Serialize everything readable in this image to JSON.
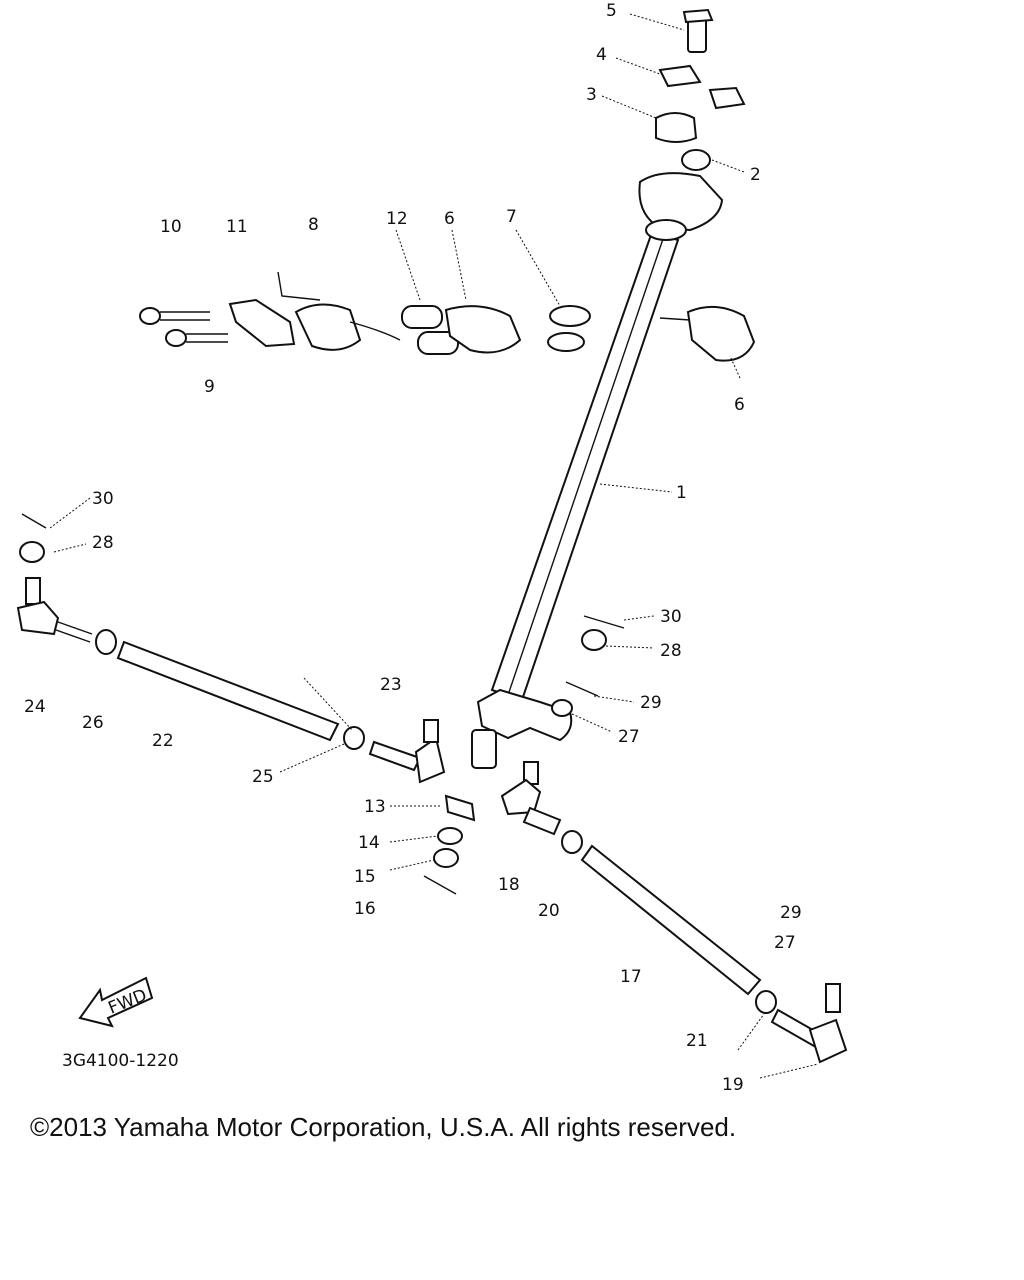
{
  "diagram": {
    "part_numbers": [
      "1",
      "2",
      "3",
      "4",
      "5",
      "6",
      "6",
      "7",
      "8",
      "9",
      "10",
      "11",
      "12",
      "13",
      "14",
      "15",
      "16",
      "17",
      "18",
      "19",
      "20",
      "21",
      "22",
      "23",
      "24",
      "25",
      "26",
      "27",
      "27",
      "28",
      "28",
      "29",
      "29",
      "30",
      "30"
    ],
    "fwd_label": "FWD",
    "drawing_code": "3G4100-1220"
  },
  "footer": {
    "copyright": "©2013 Yamaha Motor Corporation, U.S.A. All rights reserved."
  }
}
